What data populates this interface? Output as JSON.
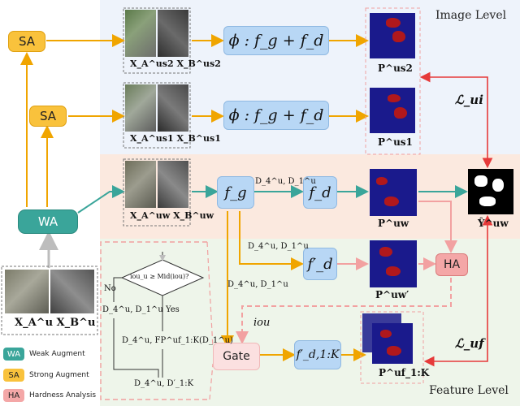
{
  "levels": {
    "image": "Image Level",
    "feature": "Feature Level"
  },
  "colors": {
    "image_band": "#eef3fb",
    "weak_band": "#fbe9df",
    "feature_band": "#eef5ea",
    "teal_arrow": "#3aa59a",
    "orange_arrow": "#f0a500",
    "pink_arrow": "#f2a1a1",
    "red_arrow": "#e63a3a",
    "prediction_bg": "#1a1a8c",
    "prediction_blob": "#b0181c"
  },
  "nodes": {
    "sa_top": "SA",
    "sa_mid": "SA",
    "wa": "WA",
    "ha": "HA",
    "gate": "Gate",
    "phi_top": "ϕ : f_g + f_d",
    "phi_mid": "ϕ : f_g + f_d",
    "fg": "f_g",
    "fd": "f_d",
    "fd_prime": "f′_d",
    "fd_multi": "f′_d,1:K"
  },
  "labels": {
    "x_s2": "X_A^us2 X_B^us2",
    "x_s1": "X_A^us1 X_B^us1",
    "x_w": "X_A^uw X_B^uw",
    "x_u": "X_A^u   X_B^u",
    "p_s2": "P^us2",
    "p_s1": "P^us1",
    "p_w": "P^uw",
    "p_w_prime": "P^uw′",
    "p_f": "P^uf_1:K",
    "y_hat": "Ŷ^uw",
    "loss_ui": "ℒ_ui",
    "loss_uf": "ℒ_uf",
    "iou": "iou",
    "d_top": "D_4^u, D_1^u",
    "d_mid": "D_4^u, D_1^u",
    "d_left": "D_4^u, D_1^u",
    "decision": "iou_u ≥ Mid(iou)?",
    "no": "No",
    "yes": "Yes",
    "branch_no": "D_4^u, D_1^u",
    "branch_yes": "D_4^u, FP^uf_1:K(D_1^u)",
    "merge": "D_4^u, D′_1:K"
  },
  "legend": [
    {
      "key": "WA",
      "text": "Weak Augment"
    },
    {
      "key": "SA",
      "text": "Strong Augment"
    },
    {
      "key": "HA",
      "text": "Hardness Analysis"
    }
  ]
}
